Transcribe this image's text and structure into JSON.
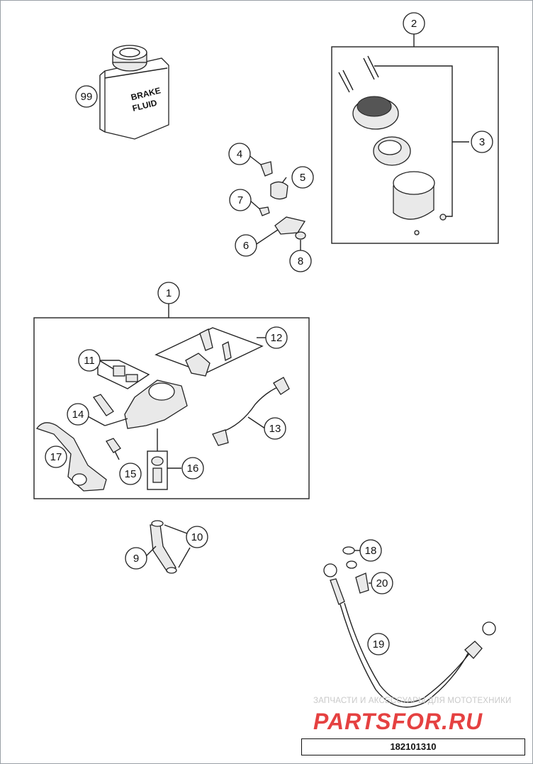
{
  "diagram": {
    "callouts": [
      "1",
      "2",
      "3",
      "4",
      "5",
      "6",
      "7",
      "8",
      "9",
      "10",
      "11",
      "12",
      "13",
      "14",
      "15",
      "16",
      "17",
      "18",
      "19",
      "20",
      "99"
    ],
    "can_label_line1": "BRAKE",
    "can_label_line2": "FLUID",
    "watermark_caption": "ЗАПЧАСТИ И АКСЕССУАРЫ ДЛЯ МОТОТЕХНИКИ",
    "watermark_logo": "PARTSFOR.RU",
    "part_number": "182101310"
  },
  "colors": {
    "line": "#222222",
    "part_fill": "#e9e9e9",
    "watermark": "#e02020"
  }
}
